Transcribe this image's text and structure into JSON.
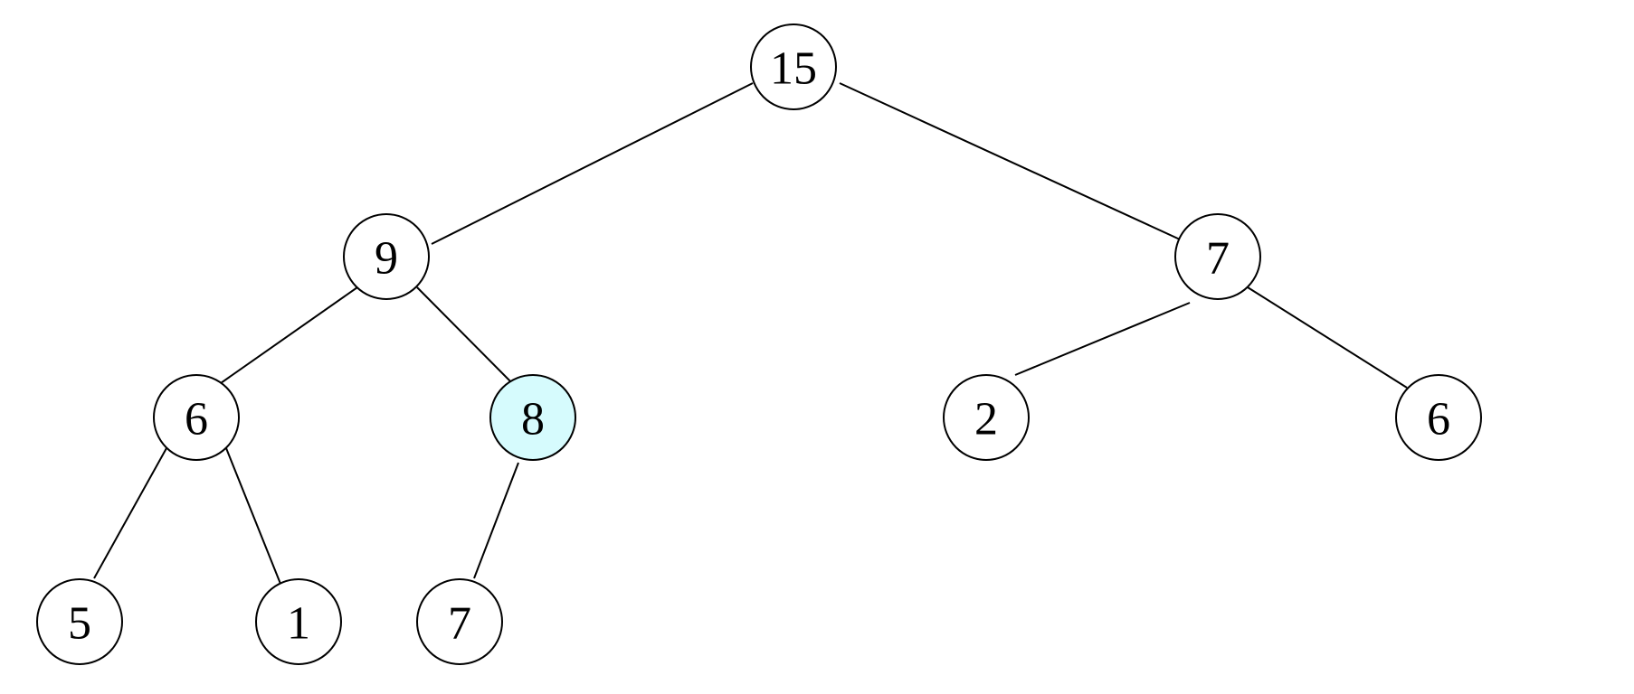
{
  "colors": {
    "node_fill": "#ffffff",
    "highlight_fill": "#d6fbfd",
    "stroke": "#000000"
  },
  "tree": {
    "nodes": [
      {
        "id": "n15",
        "label": "15"
      },
      {
        "id": "n9",
        "label": "9"
      },
      {
        "id": "n7a",
        "label": "7"
      },
      {
        "id": "n6a",
        "label": "6"
      },
      {
        "id": "n8",
        "label": "8",
        "highlighted": true
      },
      {
        "id": "n2",
        "label": "2"
      },
      {
        "id": "n6b",
        "label": "6"
      },
      {
        "id": "n5",
        "label": "5"
      },
      {
        "id": "n1",
        "label": "1"
      },
      {
        "id": "n7b",
        "label": "7"
      }
    ],
    "edges": [
      {
        "from": "n15",
        "to": "n9"
      },
      {
        "from": "n15",
        "to": "n7a"
      },
      {
        "from": "n9",
        "to": "n6a"
      },
      {
        "from": "n9",
        "to": "n8"
      },
      {
        "from": "n7a",
        "to": "n2"
      },
      {
        "from": "n7a",
        "to": "n6b"
      },
      {
        "from": "n6a",
        "to": "n5"
      },
      {
        "from": "n6a",
        "to": "n1"
      },
      {
        "from": "n8",
        "to": "n7b"
      }
    ]
  }
}
